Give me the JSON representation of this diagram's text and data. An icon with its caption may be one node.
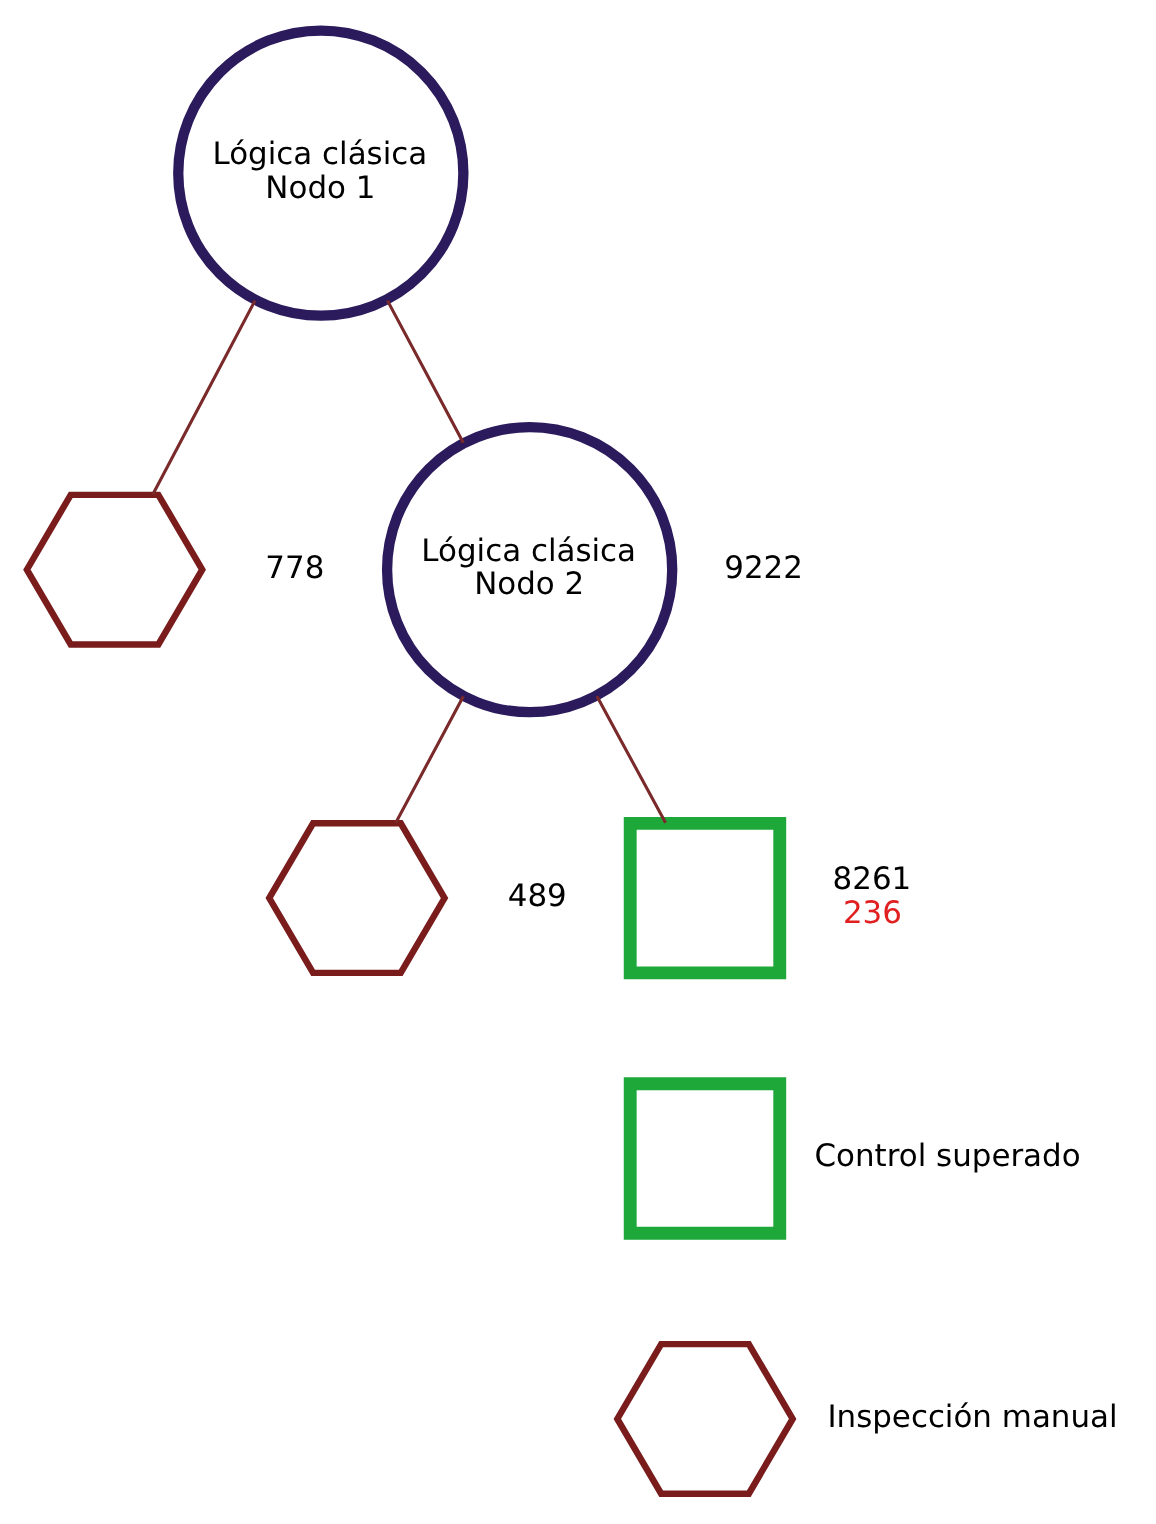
{
  "diagram": {
    "nodes": [
      {
        "text": [
          "Lógica clásica",
          "Nodo 1"
        ]
      },
      {
        "text": [],
        "shape": "hexagon",
        "beside": [
          "778"
        ]
      },
      {
        "text": [
          "Lógica clásica",
          "Nodo 2"
        ],
        "beside": [
          "9222"
        ]
      },
      {
        "text": [],
        "shape": "hexagon",
        "beside": [
          "489"
        ]
      },
      {
        "text": [],
        "shape": "box",
        "beside": [
          "8261",
          "236"
        ]
      },
      {
        "text": [],
        "shape": "box",
        "beside": [
          "Control superado"
        ]
      },
      {
        "text": [],
        "shape": "hexagon",
        "beside": [
          "Inspección manual"
        ]
      }
    ],
    "edges": [
      {
        "from": 0,
        "to": 1,
        "arrow": "none"
      },
      {
        "from": 0,
        "to": 2,
        "arrow": "none"
      },
      {
        "from": 2,
        "to": 3,
        "arrow": "none"
      },
      {
        "from": 2,
        "to": 4,
        "arrow": "none"
      }
    ]
  }
}
